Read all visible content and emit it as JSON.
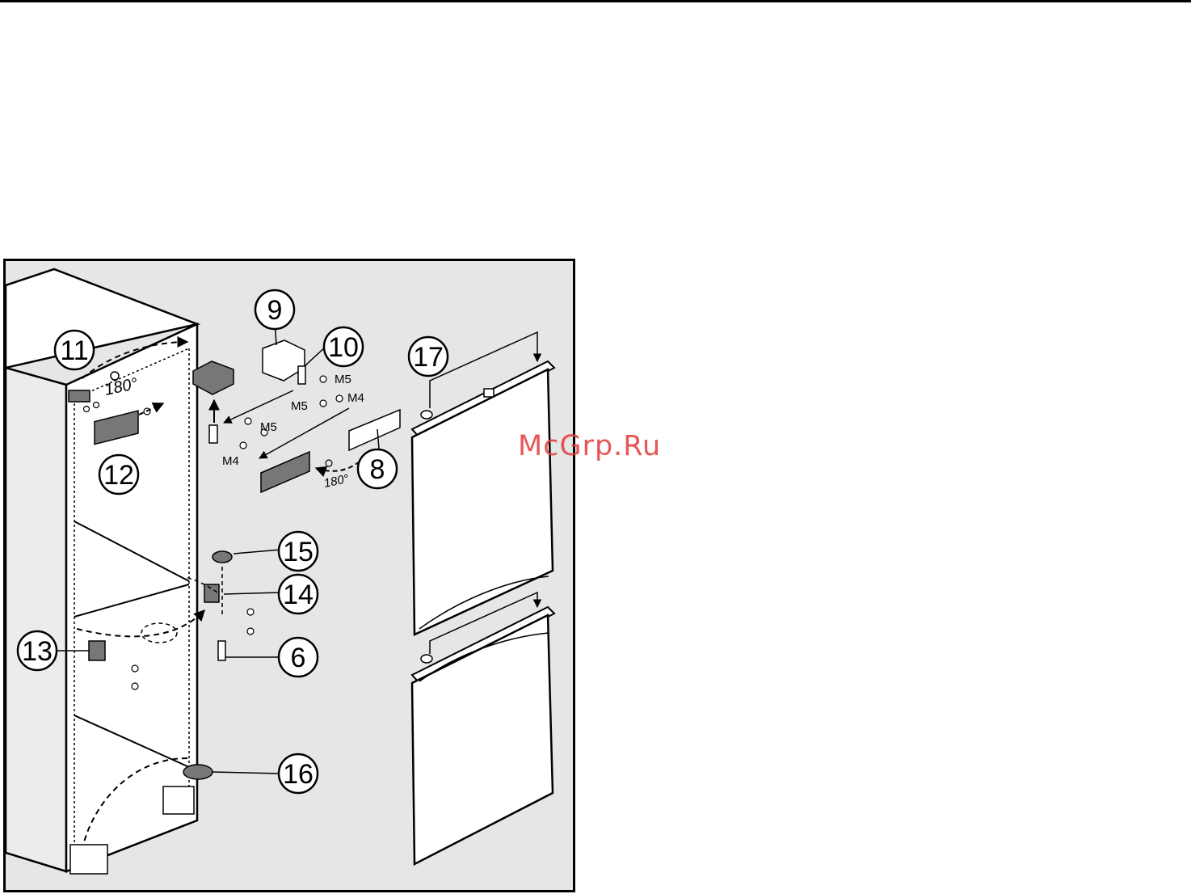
{
  "watermark": {
    "text": "McGrp.Ru",
    "color": "#e23b3b"
  },
  "colors": {
    "frame_bg": "#e6e6e6",
    "part_fill": "#777777",
    "line": "#000000"
  },
  "callouts": {
    "c9": "9",
    "c10": "10",
    "c11": "11",
    "c12": "12",
    "c8": "8",
    "c17": "17",
    "c15": "15",
    "c14": "14",
    "c13": "13",
    "c6": "6",
    "c16": "16"
  },
  "screws": {
    "m5_a": "M5",
    "m5_b": "M5",
    "m5_c": "M5",
    "m4_a": "M4",
    "m4_b": "M4"
  },
  "angles": {
    "top": "180°",
    "bracket": "180°"
  }
}
